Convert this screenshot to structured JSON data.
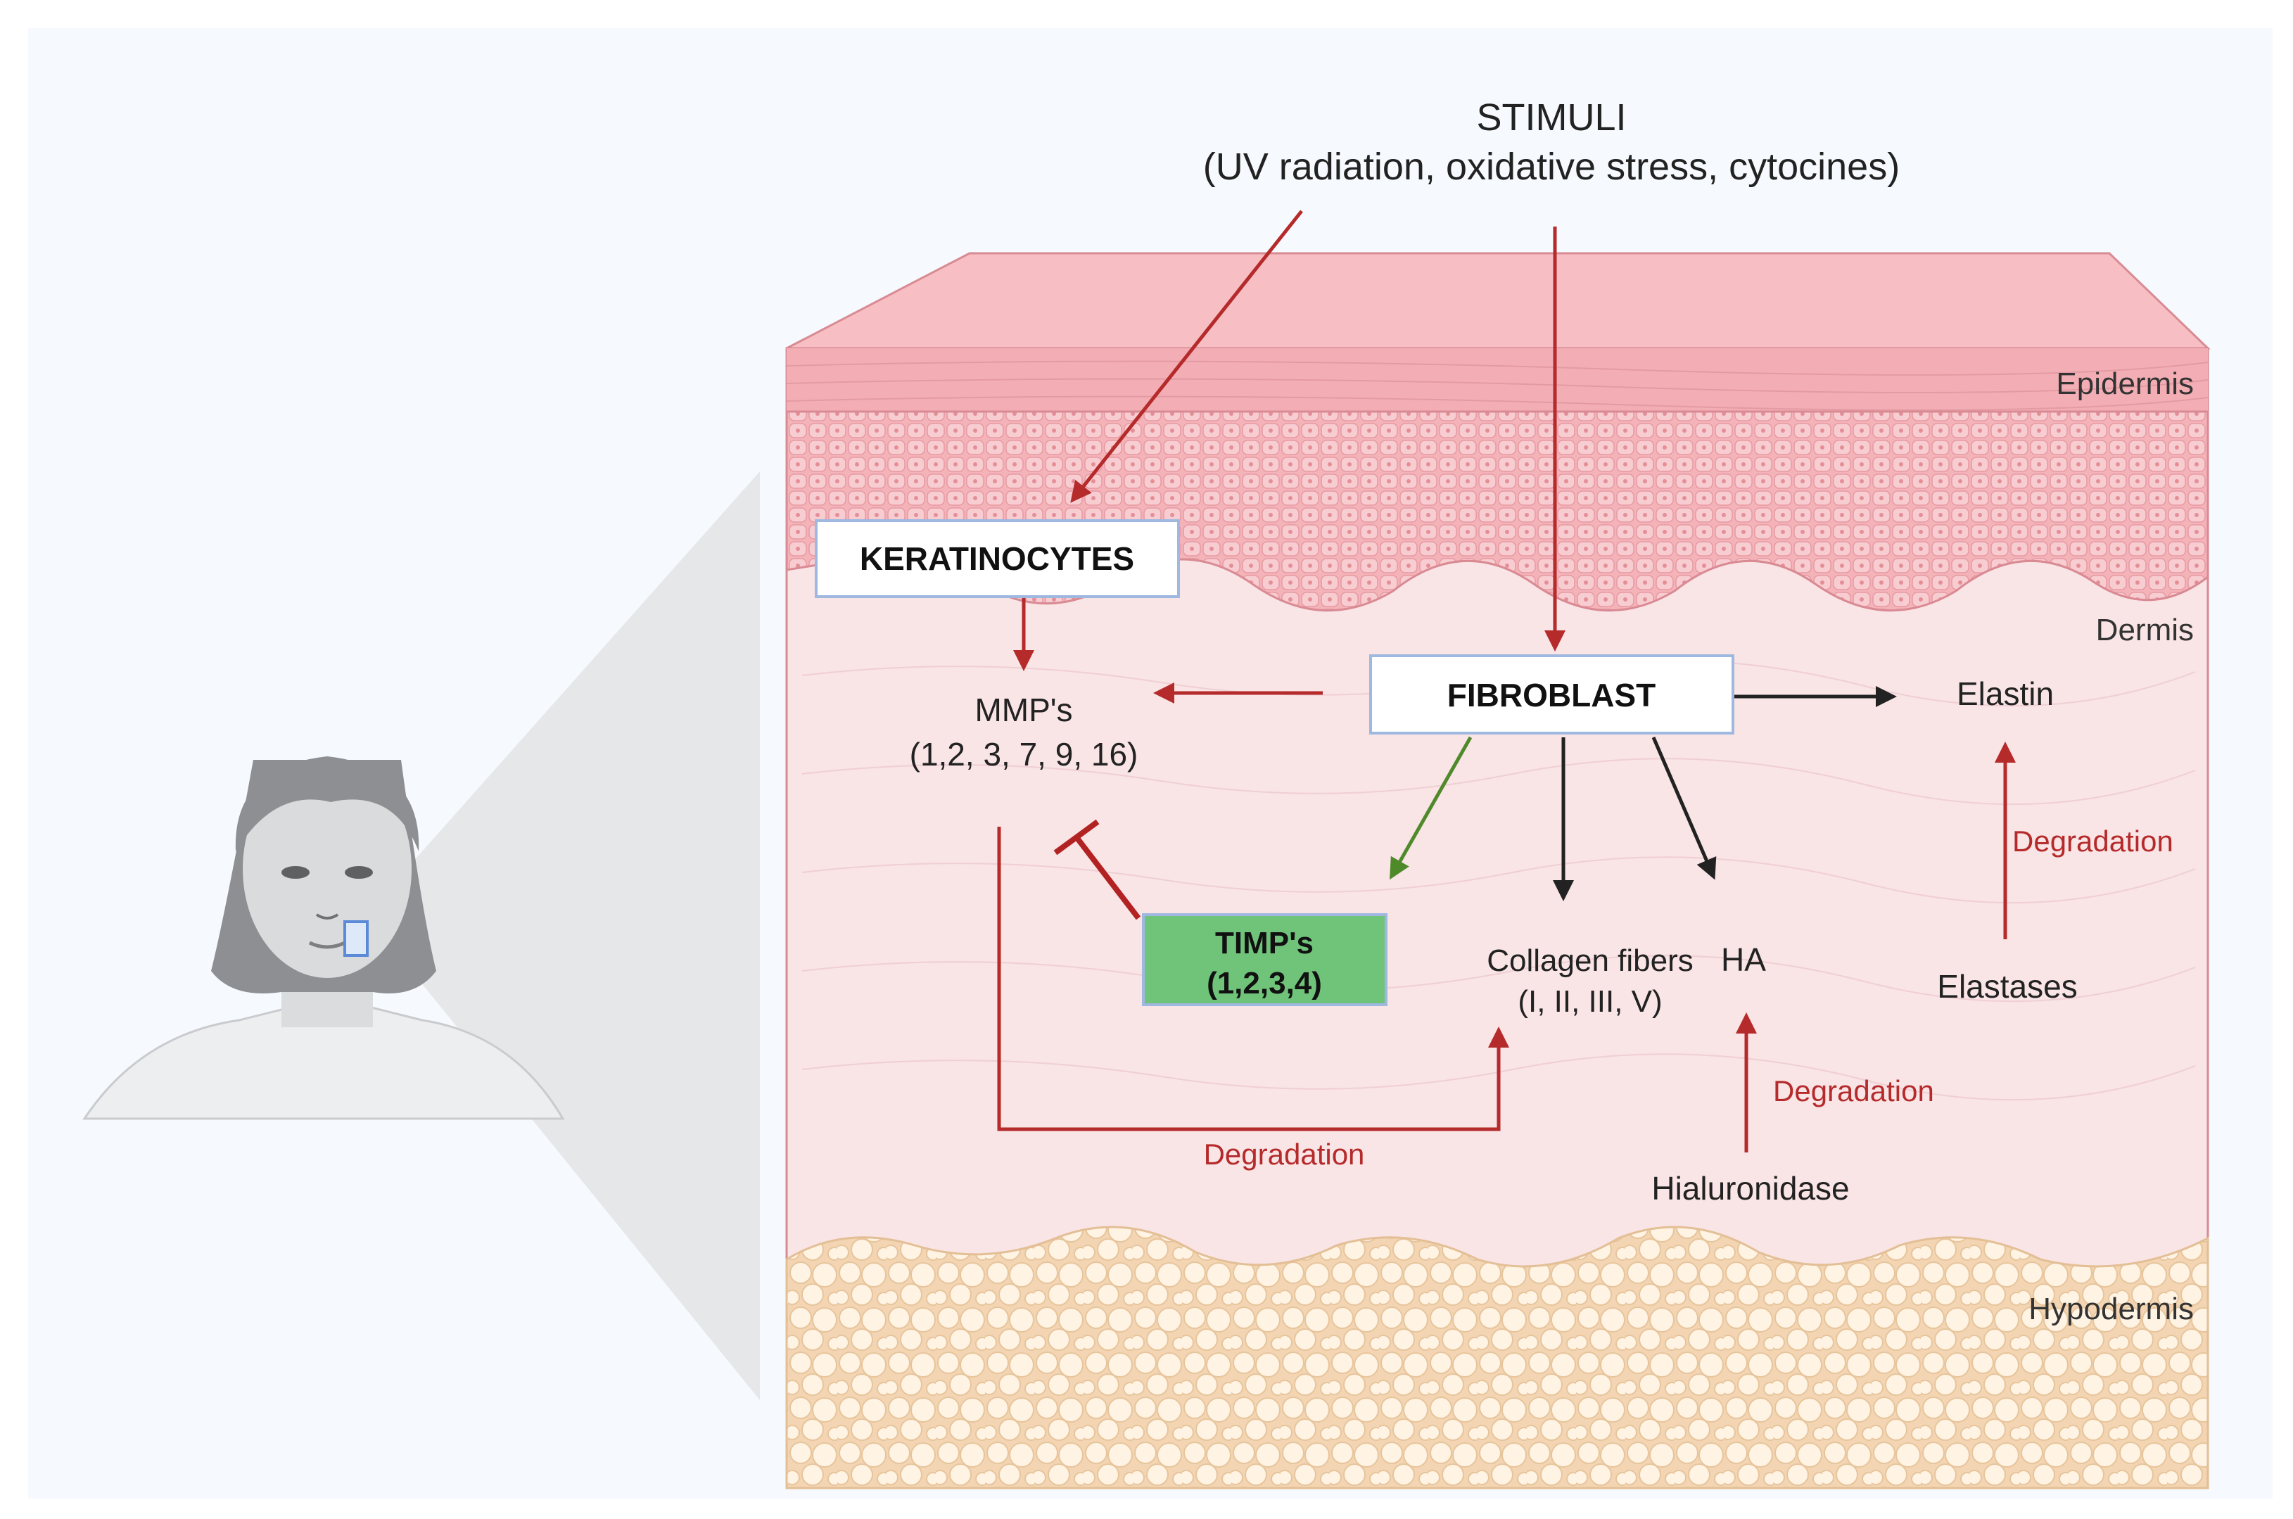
{
  "stimuli": {
    "title": "STIMULI",
    "subtitle": "(UV radiation, oxidative stress, cytocines)"
  },
  "layers": {
    "epidermis": "Epidermis",
    "dermis": "Dermis",
    "hypodermis": "Hypodermis"
  },
  "nodes": {
    "keratinocytes": "KERATINOCYTES",
    "fibroblast": "FIBROBLAST",
    "mmps_line1": "MMP's",
    "mmps_line2": "(1,2, 3, 7, 9, 16)",
    "timps_line1": "TIMP's",
    "timps_line2": "(1,2,3,4)",
    "collagen_line1": "Collagen fibers",
    "collagen_line2": "(I, II, III, V)",
    "ha": "HA",
    "elastin": "Elastin",
    "elastases": "Elastases",
    "hialuronidase": "Hialuronidase"
  },
  "edges": {
    "degradation_collagen": "Degradation",
    "degradation_ha": "Degradation",
    "degradation_elastin": "Degradation"
  },
  "colors": {
    "background": "#f6f9fd",
    "epidermis": "#f7c4c8",
    "dermis": "#f9e4e6",
    "hypodermis_fill": "#fbe7cf",
    "hypodermis_cells": "#fff1df",
    "inhibit_arrow": "#b22222",
    "red_arrow": "#b52a2a",
    "black_arrow": "#222222",
    "green_arrow": "#4f8a2a",
    "timps_box": "#6fc47a",
    "box_border": "#9fb8e0"
  }
}
